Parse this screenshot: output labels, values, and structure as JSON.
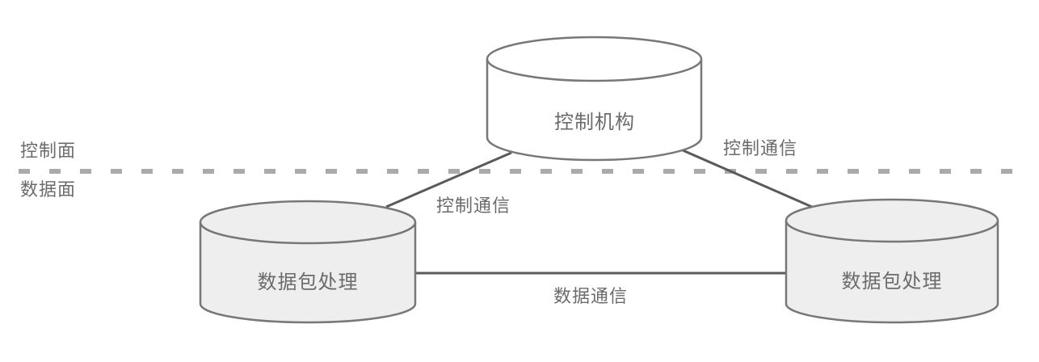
{
  "colors": {
    "background": "#ffffff",
    "stroke": "#777777",
    "connector": "#5a5a5a",
    "dash": "#aaaaaa",
    "text": "#6b6b6b",
    "control_fill": "#ffffff",
    "data_fill": "#eeeeee"
  },
  "planes": {
    "control_label": "控制面",
    "data_label": "数据面"
  },
  "nodes": {
    "controller": {
      "label": "控制机构"
    },
    "left_processor": {
      "label": "数据包处理"
    },
    "right_processor": {
      "label": "数据包处理"
    }
  },
  "edges": {
    "control_left": {
      "label": "控制通信"
    },
    "control_right": {
      "label": "控制通信"
    },
    "data_link": {
      "label": "数据通信"
    }
  }
}
